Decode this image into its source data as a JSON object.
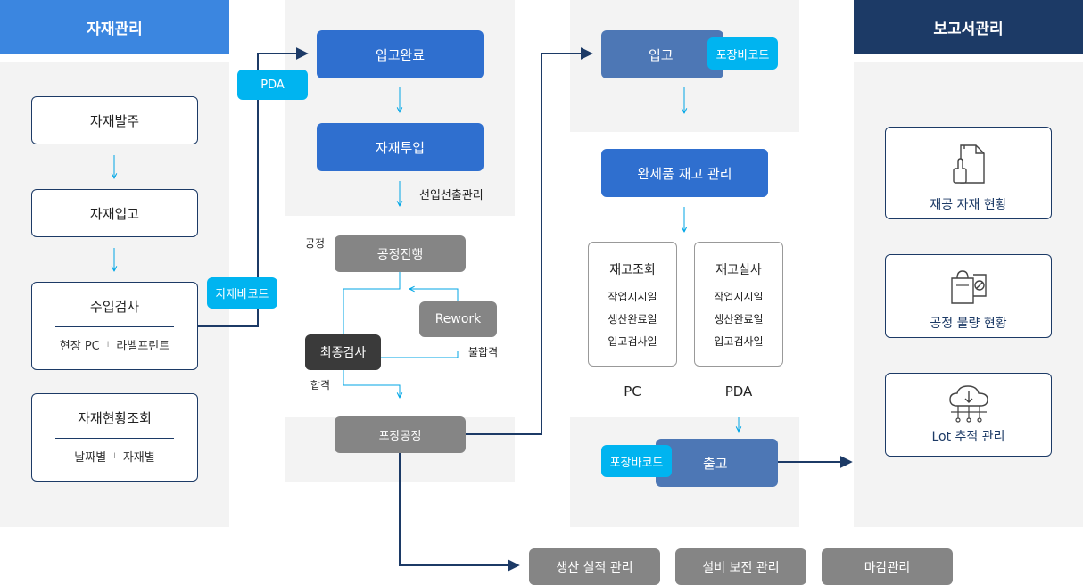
{
  "columns": {
    "material": {
      "header": "자재관리"
    },
    "report": {
      "header": "보고서관리"
    }
  },
  "material": {
    "order": "자재발주",
    "receipt": "자재입고",
    "inspection": {
      "title": "수입검사",
      "sub_left": "현장 PC",
      "sub_right": "라벨프린트"
    },
    "status": {
      "title": "자재현황조회",
      "sub_left": "날짜별",
      "sub_right": "자재별"
    },
    "separator": "I"
  },
  "connectors": {
    "pda": "PDA",
    "material_barcode": "자재바코드"
  },
  "production": {
    "receipt_done": "입고완료",
    "material_input": "자재투입",
    "fifo": "선입선출관리",
    "process_label": "공정",
    "in_progress": "공정진행",
    "rework": "Rework",
    "final_inspection": "최종검사",
    "fail": "불합격",
    "pass": "합격",
    "packing": "포장공정"
  },
  "finished": {
    "receipt": "입고",
    "receipt_barcode": "포장바코드",
    "inventory": "완제품 재고 관리",
    "check": {
      "title": "재고조회",
      "items": [
        "작업지시일",
        "생산완료일",
        "입고검사일"
      ],
      "device": "PC"
    },
    "audit": {
      "title": "재고실사",
      "items": [
        "작업지시일",
        "생산완료일",
        "입고검사일"
      ],
      "device": "PDA"
    },
    "shipping": "출고",
    "shipping_barcode": "포장바코드"
  },
  "reports": [
    {
      "label": "재공 자재 현황",
      "icon": "document-hand-icon"
    },
    {
      "label": "공정 불량 현황",
      "icon": "defect-bag-icon"
    },
    {
      "label": "Lot 추적 관리",
      "icon": "cloud-network-icon"
    }
  ],
  "bottom": [
    "생산 실적 관리",
    "설비 보전 관리",
    "마감관리"
  ],
  "colors": {
    "navy": "#1c3a66",
    "blue": "#2f6fcf",
    "cyan": "#00b4f0",
    "gray": "#858585",
    "steel": "#4d77b5"
  }
}
